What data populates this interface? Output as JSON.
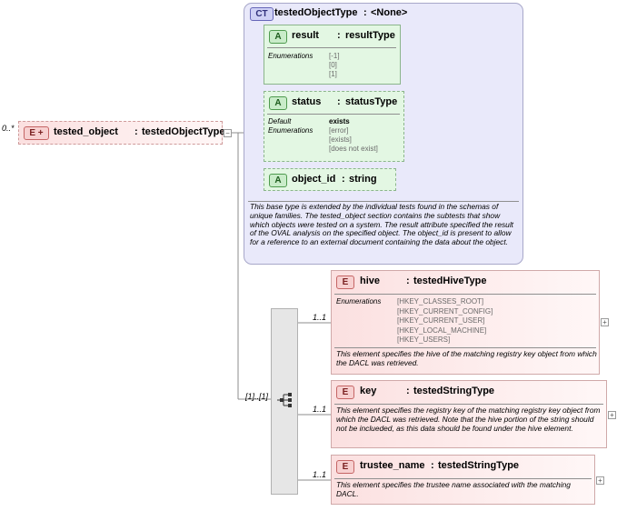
{
  "root": {
    "multiplicity": "0..*",
    "badge": "E",
    "badge_plus": "+",
    "name": "tested_object",
    "separator": ":",
    "type": "testedObjectType",
    "collapse_sign": "−"
  },
  "complex_type": {
    "badge": "CT",
    "name": "testedObjectType",
    "separator": ":",
    "base": "<None>",
    "documentation": "This base type is extended by the individual tests found in the schemas of unique families.  The tested_object section contains the subtests that show which objects were tested on a system. The result attribute specified the result of the OVAL analysis on the specified object. The object_id is present to allow for a reference to an external document containing the data about the object."
  },
  "attributes": [
    {
      "badge": "A",
      "name": "result",
      "separator": ":",
      "type": "resultType",
      "label": "Enumerations",
      "values": [
        "[-1]",
        "[0]",
        "[1]"
      ]
    },
    {
      "badge": "A",
      "name": "status",
      "separator": ":",
      "type": "statusType",
      "default_label": "Default",
      "default_value": "exists",
      "label": "Enumerations",
      "values": [
        "[error]",
        "[exists]",
        "[does not exist]"
      ]
    },
    {
      "badge": "A",
      "name": "object_id",
      "separator": ":",
      "type": "string"
    }
  ],
  "sequence": {
    "multiplicity": "[1]..[1]",
    "icon": "sequence-icon"
  },
  "children": [
    {
      "multiplicity": "1..1",
      "badge": "E",
      "name": "hive",
      "separator": ":",
      "type": "testedHiveType",
      "label": "Enumerations",
      "values": [
        "[HKEY_CLASSES_ROOT]",
        "[HKEY_CURRENT_CONFIG]",
        "[HKEY_CURRENT_USER]",
        "[HKEY_LOCAL_MACHINE]",
        "[HKEY_USERS]"
      ],
      "documentation": "This element specifies the hive of the matching registry key object from which the DACL was retrieved.",
      "expand_sign": "+"
    },
    {
      "multiplicity": "1..1",
      "badge": "E",
      "name": "key",
      "separator": ":",
      "type": "testedStringType",
      "documentation": "This element specifies the registry key of the matching registry key object from which the DACL was retrieved.  Note that the hive portion of the string should not be inclueded, as this data should be found under the hive element.",
      "expand_sign": "+"
    },
    {
      "multiplicity": "1..1",
      "badge": "E",
      "name": "trustee_name",
      "separator": ":",
      "type": "testedStringType",
      "documentation": "This element specifies the trustee name associated with the matching DACL.",
      "expand_sign": "+"
    }
  ]
}
